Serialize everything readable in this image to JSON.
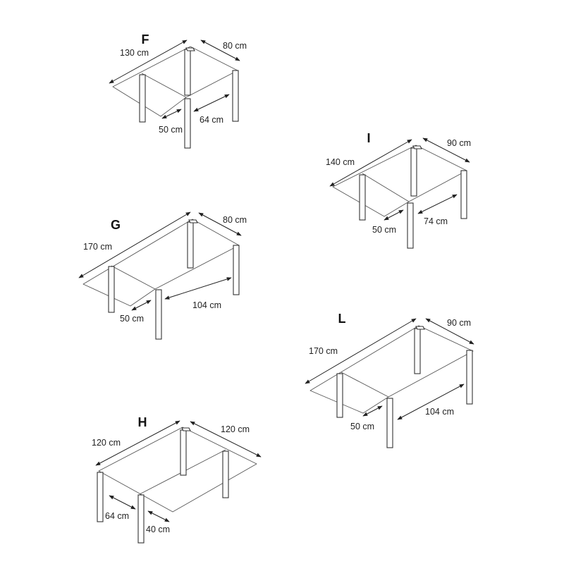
{
  "tables": [
    {
      "id": "F",
      "letter": "F",
      "length": "130 cm",
      "width": "80 cm",
      "extension": "50 cm",
      "inner": "64 cm"
    },
    {
      "id": "I",
      "letter": "I",
      "length": "140 cm",
      "width": "90 cm",
      "extension": "50 cm",
      "inner": "74 cm"
    },
    {
      "id": "G",
      "letter": "G",
      "length": "170 cm",
      "width": "80 cm",
      "extension": "50 cm",
      "inner": "104 cm"
    },
    {
      "id": "L",
      "letter": "L",
      "length": "170 cm",
      "width": "90 cm",
      "extension": "50 cm",
      "inner": "104 cm"
    },
    {
      "id": "H",
      "letter": "H",
      "length": "120 cm",
      "width": "120 cm",
      "extension": "40 cm",
      "inner": "64 cm"
    }
  ]
}
